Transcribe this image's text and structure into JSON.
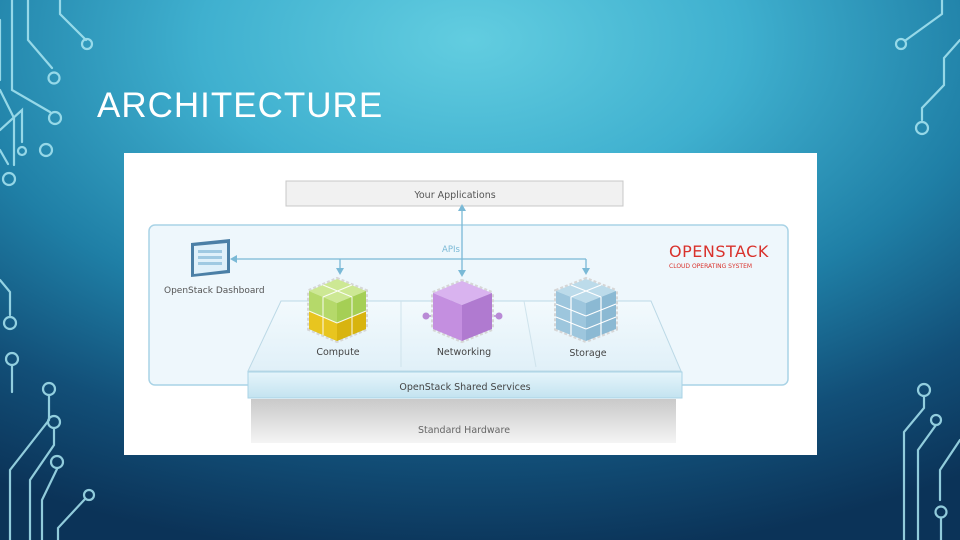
{
  "slide": {
    "title": "ARCHITECTURE"
  },
  "diagram": {
    "applications_label": "Your Applications",
    "apis_label": "APIs",
    "brand_name": "OPENSTACK",
    "brand_tagline": "CLOUD OPERATING SYSTEM",
    "dashboard_label": "OpenStack Dashboard",
    "services": [
      {
        "label": "Compute",
        "icon": "compute-cube-icon"
      },
      {
        "label": "Networking",
        "icon": "networking-cube-icon"
      },
      {
        "label": "Storage",
        "icon": "storage-cube-icon"
      }
    ],
    "shared_services_label": "OpenStack Shared Services",
    "hardware_label": "Standard Hardware"
  },
  "colors": {
    "brand_red": "#d9322c",
    "compute_green": "#b5d96a",
    "compute_yellow": "#e8c51f",
    "networking_purple": "#c48fe0",
    "storage_blue": "#9dc6dd",
    "connector_blue": "#7ab9d6"
  }
}
